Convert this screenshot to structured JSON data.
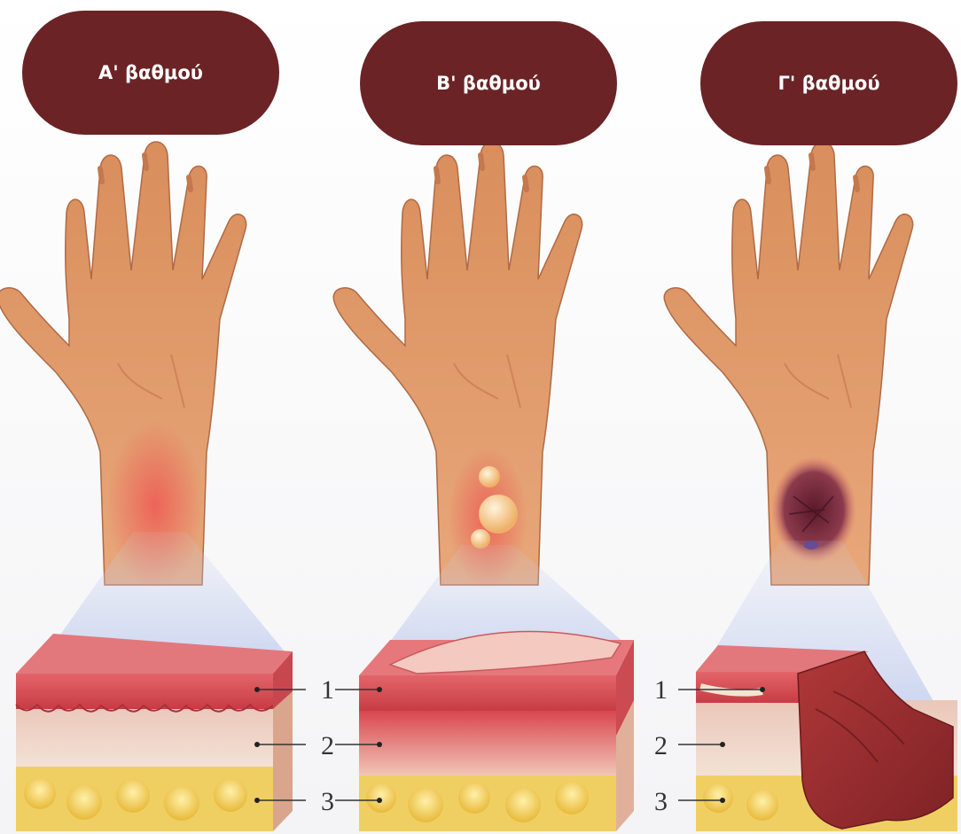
{
  "labels": {
    "first": "Α' βαθμού",
    "second": "Β' βαθμού",
    "third": "Γ' βαθμού"
  },
  "layers": [
    "1",
    "2",
    "3"
  ],
  "colors": {
    "badge": "#6b2326",
    "skin": "#e0996c",
    "epidermis": "#d9484d",
    "dermis": "#f0d9cc",
    "fat": "#f2d26a",
    "burn": "#8f2a2a"
  }
}
